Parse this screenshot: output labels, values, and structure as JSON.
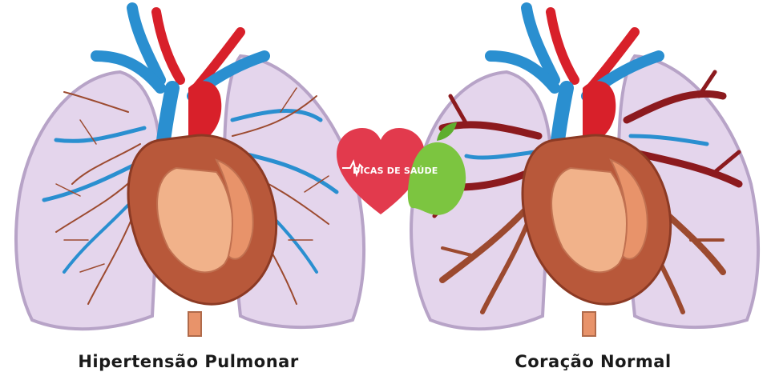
{
  "captions": {
    "left": "Hipertensão Pulmonar",
    "right": "Coração Normal"
  },
  "logo": {
    "text": "DICAS DE SAÚDE",
    "heart_color": "#e23a4d",
    "apple_color": "#7cc540"
  },
  "colors": {
    "lung_fill": "#e4d5ec",
    "lung_edge": "#b7a3c7",
    "artery": "#d8202a",
    "vein": "#2a8fd0",
    "heart": "#b8583a",
    "heart_light": "#f1b28a",
    "vessel_dark": "#8c1a1e",
    "vessel_brown": "#9c4a2f"
  }
}
